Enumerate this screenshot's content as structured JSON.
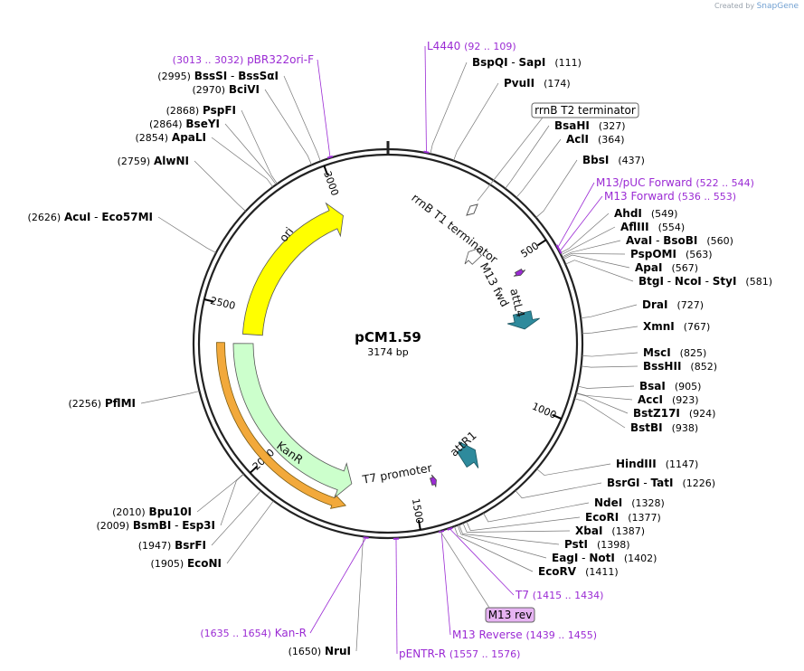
{
  "credit": {
    "prefix": "Created by",
    "brand": "SnapGene"
  },
  "plasmid": {
    "name": "pCM1.59",
    "length": "3174 bp",
    "total_bp": 3174
  },
  "ticks": [
    500,
    1000,
    1500,
    2000,
    2500,
    3000
  ],
  "features": [
    {
      "name": "ori",
      "start": 2414,
      "end": 3004,
      "dir": "cw",
      "color": "#ffff00",
      "stroke": "#555555"
    },
    {
      "name": "KanR",
      "start": 1715,
      "end": 2381,
      "dir": "ccw",
      "color": "#ccffcc",
      "stroke": "#555555"
    },
    {
      "name": "attL4",
      "start": 680,
      "end": 740,
      "dir": "cw",
      "color": "#2e8a9c",
      "stroke": "#1a5560"
    },
    {
      "name": "attR1",
      "start": 1240,
      "end": 1300,
      "dir": "ccw",
      "color": "#2e8a9c",
      "stroke": "#1a5560"
    },
    {
      "name": "rrnB T1 terminator",
      "start": 364,
      "end": 412,
      "dir": "ccw",
      "color": "#ffffff",
      "stroke": "#555555"
    },
    {
      "name": "M13 fwd",
      "start": 536,
      "end": 553,
      "dir": "cw",
      "color": "#9b2bd4",
      "stroke": "#444444"
    },
    {
      "name": "T7 promoter",
      "start": 1415,
      "end": 1434,
      "dir": "ccw",
      "color": "#9b2bd4",
      "stroke": "#444444"
    }
  ],
  "enzymes_right": [
    {
      "name": "BspQI",
      "name2": "SapI",
      "pos": "(111)",
      "site": 111
    },
    {
      "name": "PvuII",
      "pos": "(174)",
      "site": 174
    },
    {
      "name": "BsaHI",
      "pos": "(327)",
      "site": 327
    },
    {
      "name": "AclI",
      "pos": "(364)",
      "site": 364
    },
    {
      "name": "BbsI",
      "pos": "(437)",
      "site": 437
    },
    {
      "name": "AhdI",
      "pos": "(549)",
      "site": 549
    },
    {
      "name": "AflIII",
      "pos": "(554)",
      "site": 554
    },
    {
      "name": "AvaI",
      "name2": "BsoBI",
      "pos": "(560)",
      "site": 560
    },
    {
      "name": "PspOMI",
      "pos": "(563)",
      "site": 563
    },
    {
      "name": "ApaI",
      "pos": "(567)",
      "site": 567
    },
    {
      "name": "BtgI",
      "name2": "NcoI",
      "name3": "StyI",
      "pos": "(581)",
      "site": 581
    },
    {
      "name": "DraI",
      "pos": "(727)",
      "site": 727
    },
    {
      "name": "XmnI",
      "pos": "(767)",
      "site": 767
    },
    {
      "name": "MscI",
      "pos": "(825)",
      "site": 825
    },
    {
      "name": "BssHII",
      "pos": "(852)",
      "site": 852
    },
    {
      "name": "BsaI",
      "pos": "(905)",
      "site": 905
    },
    {
      "name": "AccI",
      "pos": "(923)",
      "site": 923
    },
    {
      "name": "BstZ17I",
      "pos": "(924)",
      "site": 924
    },
    {
      "name": "BstBI",
      "pos": "(938)",
      "site": 938
    },
    {
      "name": "HindIII",
      "pos": "(1147)",
      "site": 1147
    },
    {
      "name": "BsrGI",
      "name2": "TatI",
      "pos": "(1226)",
      "site": 1226
    },
    {
      "name": "NdeI",
      "pos": "(1328)",
      "site": 1328
    },
    {
      "name": "EcoRI",
      "pos": "(1377)",
      "site": 1377
    },
    {
      "name": "XbaI",
      "pos": "(1387)",
      "site": 1387
    },
    {
      "name": "PstI",
      "pos": "(1398)",
      "site": 1398
    },
    {
      "name": "EagI",
      "name2": "NotI",
      "pos": "(1402)",
      "site": 1402
    },
    {
      "name": "EcoRV",
      "pos": "(1411)",
      "site": 1411
    }
  ],
  "enzymes_left": [
    {
      "name": "BssSI",
      "name2": "BssSαI",
      "pos": "(2995)",
      "site": 2995
    },
    {
      "name": "BciVI",
      "pos": "(2970)",
      "site": 2970
    },
    {
      "name": "PspFI",
      "pos": "(2868)",
      "site": 2868
    },
    {
      "name": "BseYI",
      "pos": "(2864)",
      "site": 2864
    },
    {
      "name": "ApaLI",
      "pos": "(2854)",
      "site": 2854
    },
    {
      "name": "AlwNI",
      "pos": "(2759)",
      "site": 2759
    },
    {
      "name": "AcuI",
      "name2": "Eco57MI",
      "pos": "(2626)",
      "site": 2626
    },
    {
      "name": "PflMI",
      "pos": "(2256)",
      "site": 2256
    },
    {
      "name": "Bpu10I",
      "pos": "(2010)",
      "site": 2010
    },
    {
      "name": "BsmBI",
      "name2": "Esp3I",
      "pos": "(2009)",
      "site": 2009
    },
    {
      "name": "BsrFI",
      "pos": "(1947)",
      "site": 1947
    },
    {
      "name": "EcoNI",
      "pos": "(1905)",
      "site": 1905
    },
    {
      "name": "NruI",
      "pos": "(1650)",
      "site": 1650
    }
  ],
  "primers": [
    {
      "name": "pBR322ori-F",
      "range": "(3013 .. 3032)",
      "site": 3022
    },
    {
      "name": "L4440",
      "range": "(92 .. 109)",
      "site": 100
    },
    {
      "name": "M13/pUC Forward",
      "range": "(522 .. 544)",
      "site": 533
    },
    {
      "name": "M13 Forward",
      "range": "(536 .. 553)",
      "site": 544
    },
    {
      "name": "T7",
      "range": "(1415 .. 1434)",
      "site": 1424
    },
    {
      "name": "M13 Reverse",
      "range": "(1439 .. 1455)",
      "site": 1447
    },
    {
      "name": "pENTR-R",
      "range": "(1557 .. 1576)",
      "site": 1566
    },
    {
      "name": "Kan-R",
      "range": "(1635 .. 1654)",
      "site": 1644
    }
  ],
  "callouts": {
    "rrnB_T2": "rrnB T2 terminator",
    "m13_rev": "M13 rev"
  },
  "colors": {
    "primer": "#9b2bd4",
    "backbone": "#222222",
    "kanr_orf": "#f2a93b"
  }
}
